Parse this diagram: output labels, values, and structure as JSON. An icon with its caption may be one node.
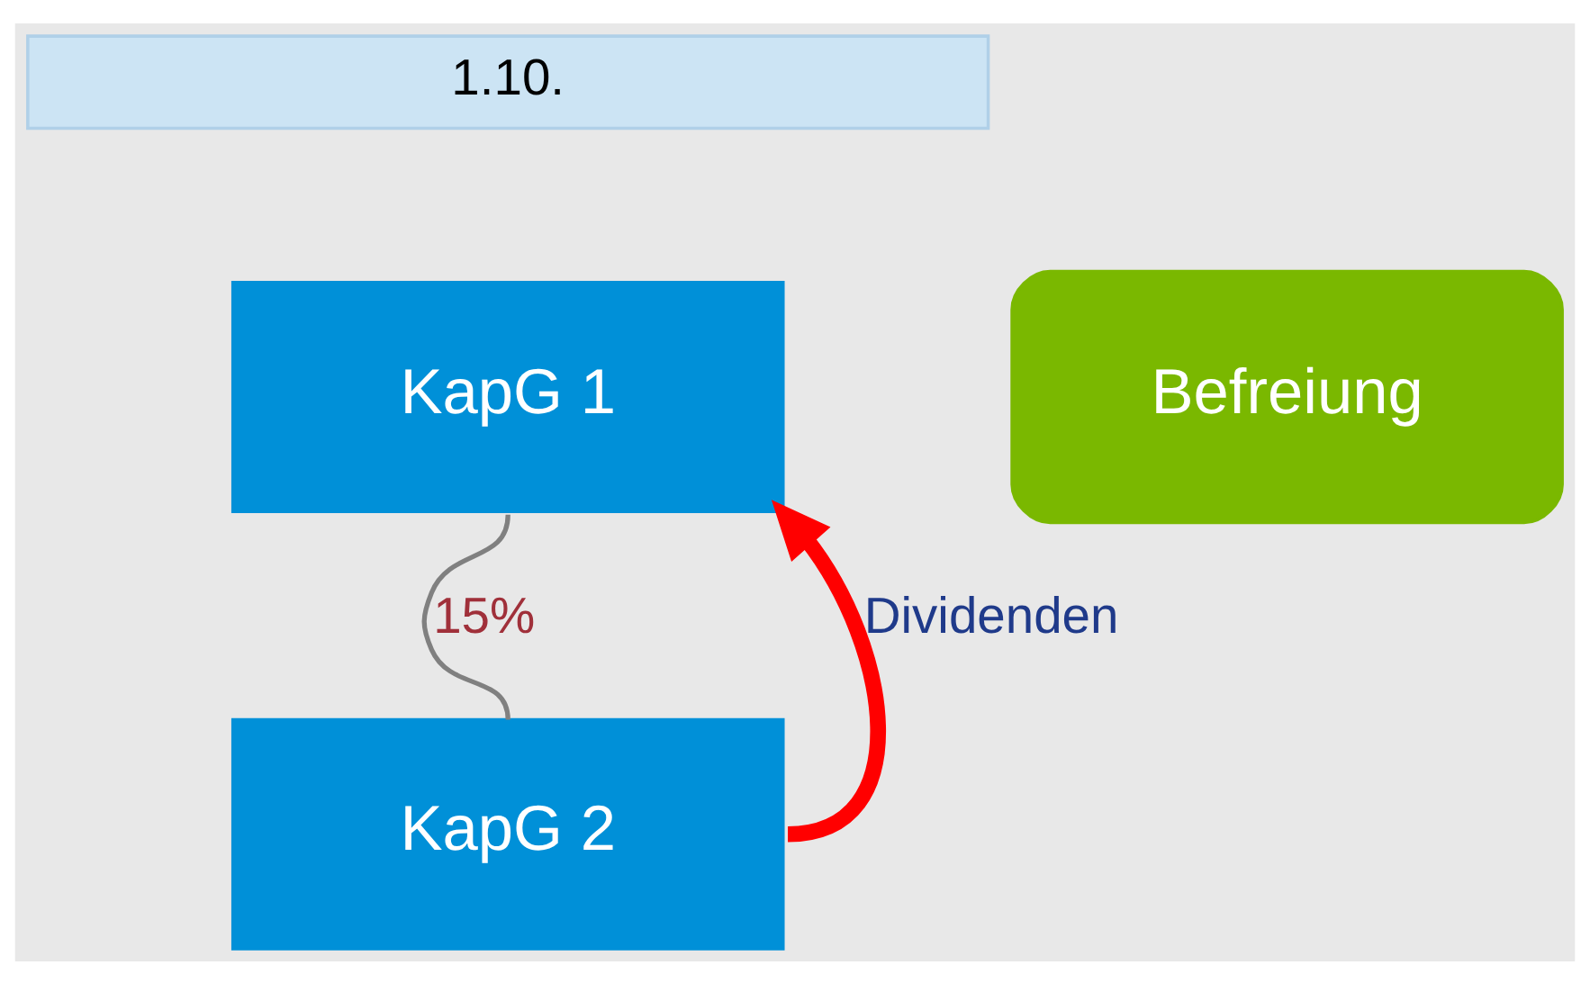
{
  "diagram": {
    "nodes": [
      {
        "text": [
          "1.10."
        ]
      },
      {
        "text": [
          "KapG 1"
        ]
      },
      {
        "text": [
          "KapG 2"
        ]
      },
      {
        "text": [
          "Befreiung"
        ]
      }
    ],
    "edges": [
      {
        "from": 1,
        "to": 2,
        "arrow": "none",
        "label": "15%"
      },
      {
        "from": 2,
        "to": 1,
        "arrow": "to",
        "label": "Dividenden",
        "style": "thick",
        "color": "#ff0000"
      }
    ]
  }
}
